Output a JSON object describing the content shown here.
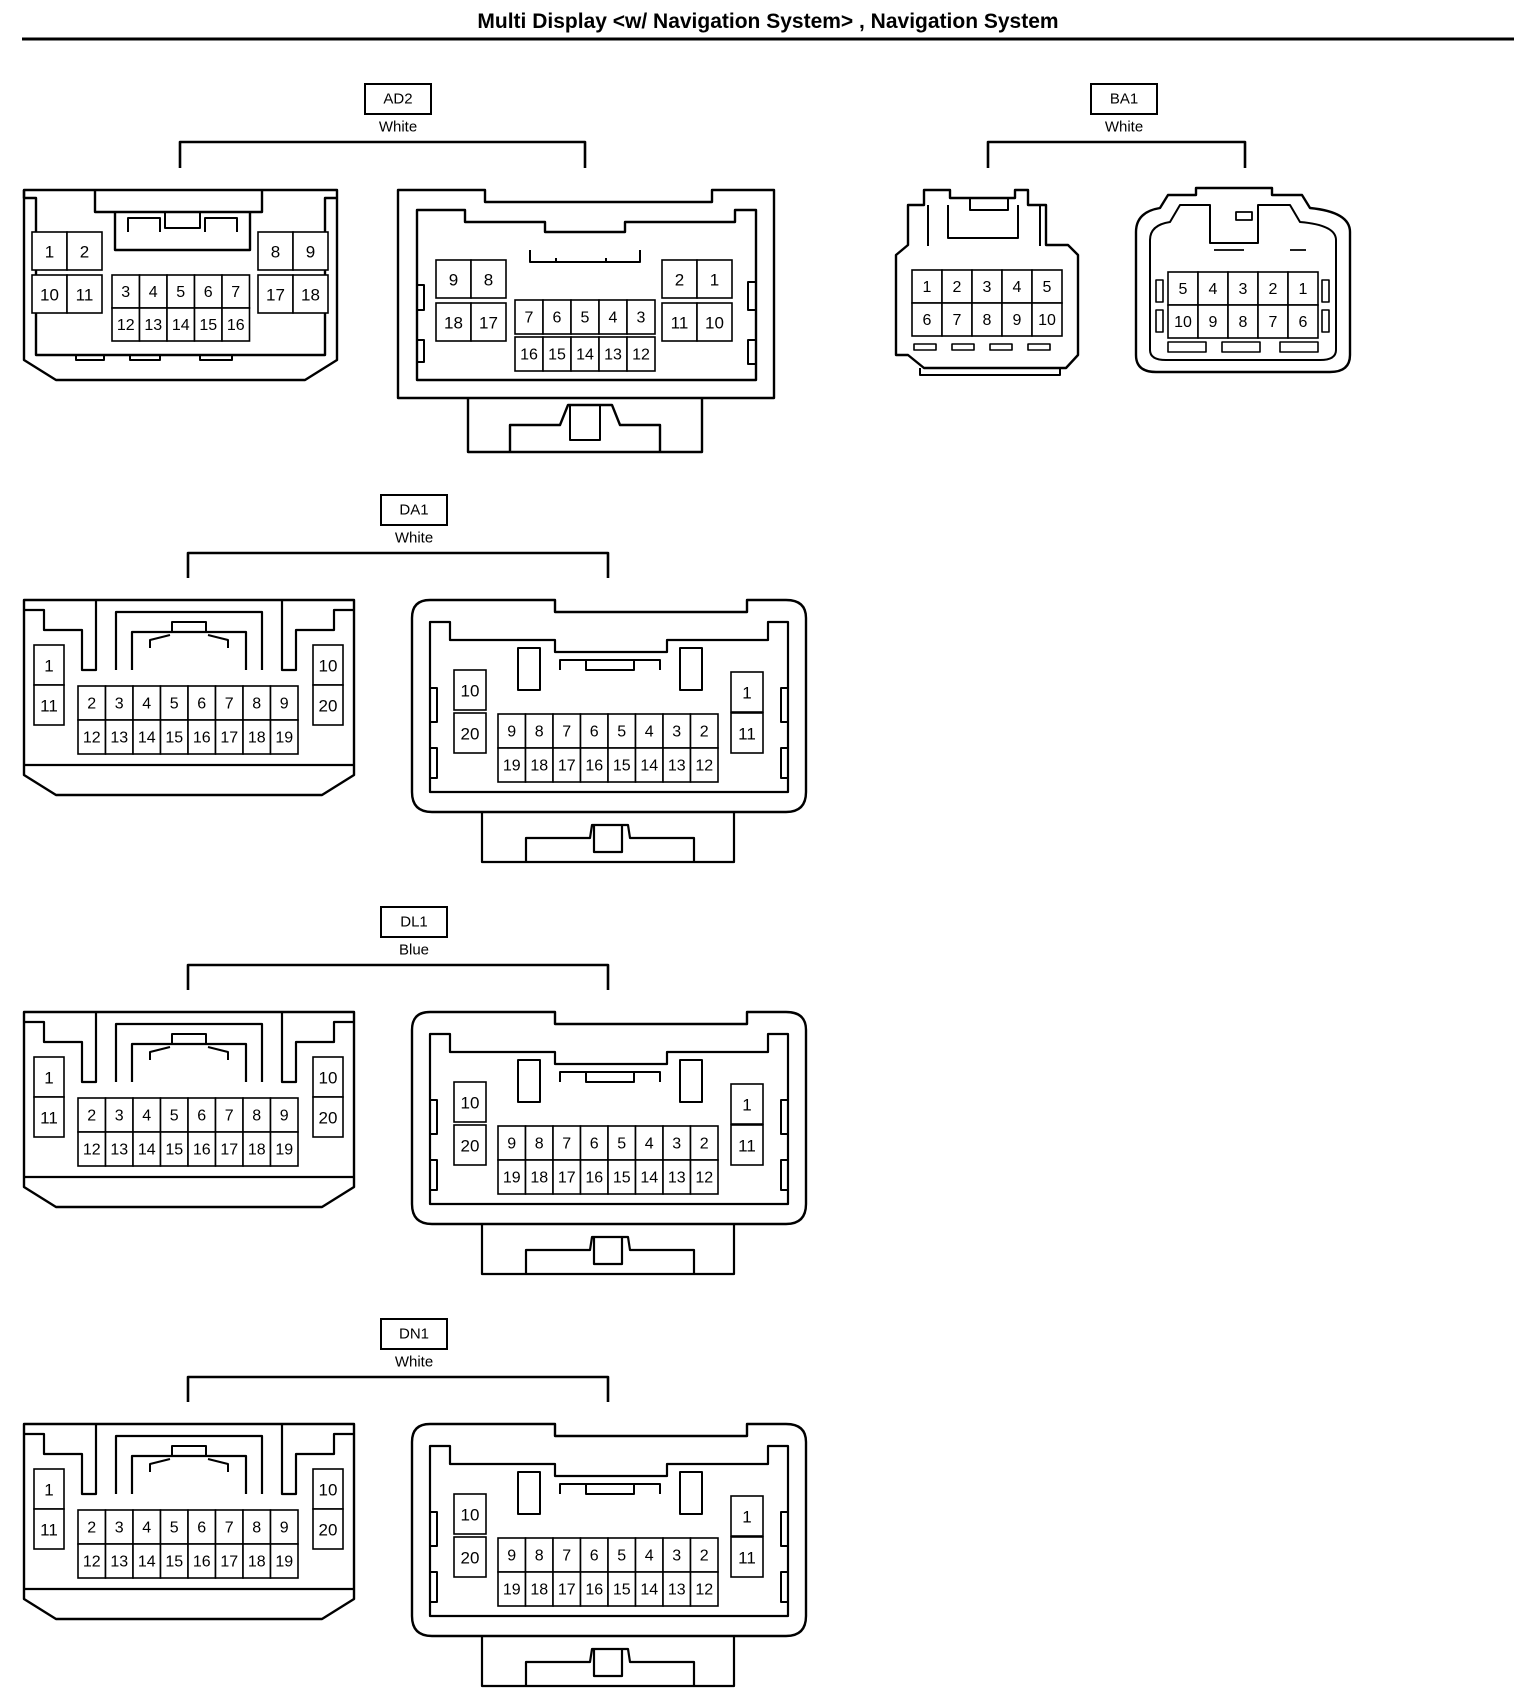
{
  "title": "Multi Display <w/ Navigation System> , Navigation System",
  "colors": {
    "line": "#000000",
    "background": "#ffffff"
  },
  "connectors": [
    {
      "code": "AD2",
      "color": "White",
      "type": "18-pin",
      "male_rows": [
        [
          "1",
          "2",
          "8",
          "9"
        ],
        [
          "10",
          "11",
          "3",
          "4",
          "5",
          "6",
          "7",
          "17",
          "18"
        ],
        [
          "12",
          "13",
          "14",
          "15",
          "16"
        ]
      ],
      "female_rows": [
        [
          "9",
          "8",
          "2",
          "1"
        ],
        [
          "18",
          "17",
          "7",
          "6",
          "5",
          "4",
          "3",
          "11",
          "10"
        ],
        [
          "16",
          "15",
          "14",
          "13",
          "12"
        ]
      ]
    },
    {
      "code": "BA1",
      "color": "White",
      "type": "10-pin",
      "male_rows": [
        [
          "1",
          "2",
          "3",
          "4",
          "5"
        ],
        [
          "6",
          "7",
          "8",
          "9",
          "10"
        ]
      ],
      "female_rows": [
        [
          "5",
          "4",
          "3",
          "2",
          "1"
        ],
        [
          "10",
          "9",
          "8",
          "7",
          "6"
        ]
      ]
    },
    {
      "code": "DA1",
      "color": "White",
      "type": "20-pin",
      "male_rows": [
        [
          "1",
          "10"
        ],
        [
          "11",
          "2",
          "3",
          "4",
          "5",
          "6",
          "7",
          "8",
          "9",
          "20"
        ],
        [
          "12",
          "13",
          "14",
          "15",
          "16",
          "17",
          "18",
          "19"
        ]
      ],
      "female_rows": [
        [
          "10",
          "1"
        ],
        [
          "20",
          "9",
          "8",
          "7",
          "6",
          "5",
          "4",
          "3",
          "2",
          "11"
        ],
        [
          "19",
          "18",
          "17",
          "16",
          "15",
          "14",
          "13",
          "12"
        ]
      ]
    },
    {
      "code": "DL1",
      "color": "Blue",
      "type": "20-pin",
      "male_rows": [
        [
          "1",
          "10"
        ],
        [
          "11",
          "2",
          "3",
          "4",
          "5",
          "6",
          "7",
          "8",
          "9",
          "20"
        ],
        [
          "12",
          "13",
          "14",
          "15",
          "16",
          "17",
          "18",
          "19"
        ]
      ],
      "female_rows": [
        [
          "10",
          "1"
        ],
        [
          "20",
          "9",
          "8",
          "7",
          "6",
          "5",
          "4",
          "3",
          "2",
          "11"
        ],
        [
          "19",
          "18",
          "17",
          "16",
          "15",
          "14",
          "13",
          "12"
        ]
      ]
    },
    {
      "code": "DN1",
      "color": "White",
      "type": "20-pin",
      "male_rows": [
        [
          "1",
          "10"
        ],
        [
          "11",
          "2",
          "3",
          "4",
          "5",
          "6",
          "7",
          "8",
          "9",
          "20"
        ],
        [
          "12",
          "13",
          "14",
          "15",
          "16",
          "17",
          "18",
          "19"
        ]
      ],
      "female_rows": [
        [
          "10",
          "1"
        ],
        [
          "20",
          "9",
          "8",
          "7",
          "6",
          "5",
          "4",
          "3",
          "2",
          "11"
        ],
        [
          "19",
          "18",
          "17",
          "16",
          "15",
          "14",
          "13",
          "12"
        ]
      ]
    }
  ]
}
